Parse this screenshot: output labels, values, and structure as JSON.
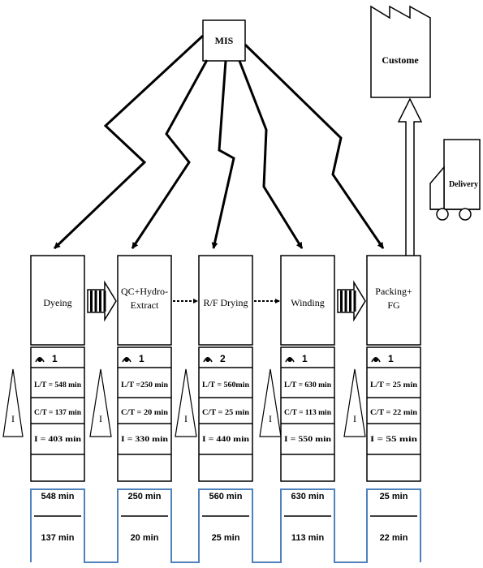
{
  "mis": "MIS",
  "customer": "Custome",
  "delivery": "Delivery",
  "processes": [
    {
      "name": [
        "Dyeing"
      ],
      "operators": "1",
      "lt": "L/T = 548 min",
      "ct": "C/T = 137 min",
      "inv": "I = 403 min",
      "timeline_lt": "548 min",
      "timeline_ct": "137 min"
    },
    {
      "name": [
        "QC+Hydro-",
        "Extract"
      ],
      "operators": "1",
      "lt": "L/T =250 min",
      "ct": "C/T = 20 min",
      "inv": "I = 330 min",
      "timeline_lt": "250 min",
      "timeline_ct": "20 min"
    },
    {
      "name": [
        "R/F Drying"
      ],
      "operators": "2",
      "lt": "L/T = 560min",
      "ct": "C/T = 25 min",
      "inv": "I = 440 min",
      "timeline_lt": "560 min",
      "timeline_ct": "25 min"
    },
    {
      "name": [
        "Winding"
      ],
      "operators": "1",
      "lt": "L/T = 630 min",
      "ct": "C/T = 113 min",
      "inv": "I = 550 min",
      "timeline_lt": "630 min",
      "timeline_ct": "113 min"
    },
    {
      "name": [
        "Packing+",
        "FG"
      ],
      "operators": "1",
      "lt": "L/T = 25 min",
      "ct": "C/T = 22 min",
      "inv": "I = 55 min",
      "timeline_lt": "25 min",
      "timeline_ct": "22 min"
    }
  ],
  "inventory_label": "I",
  "flows": [
    "push",
    "dotted",
    "dotted",
    "push"
  ]
}
